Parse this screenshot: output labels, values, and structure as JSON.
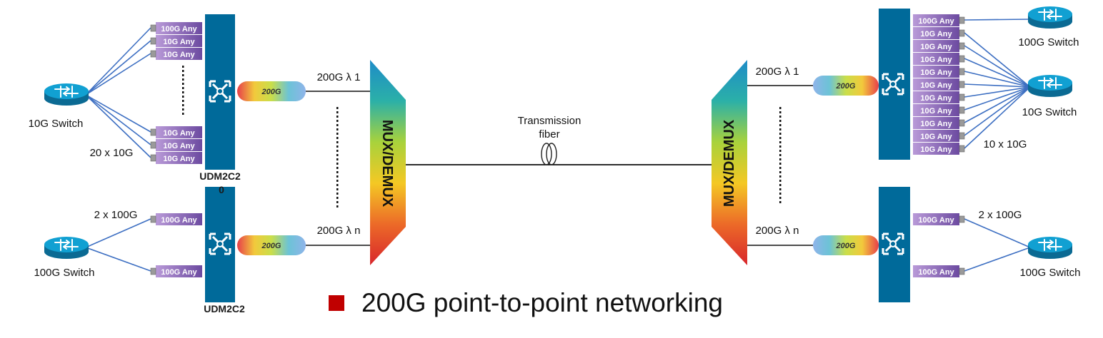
{
  "port_label_100g": "100G Any",
  "port_label_10g": "10G Any",
  "module_label": "200G",
  "mux_label": "MUX/DEMUX",
  "fiber_label_line1": "Transmission",
  "fiber_label_line2": "fiber",
  "lambda_1": "200G λ 1",
  "lambda_n": "200G λ n",
  "left_top": {
    "switch_name": "10G Switch",
    "count": "20 x 10G",
    "board_name": "UDM2C2",
    "board_name_suffix": "0"
  },
  "left_bottom": {
    "switch_name": "100G Switch",
    "count": "2 x 100G",
    "board_name": "UDM2C2"
  },
  "right_top": {
    "switch_100g_name": "100G Switch",
    "switch_10g_name": "10G Switch",
    "count": "10 x 10G"
  },
  "right_bottom": {
    "switch_name": "100G Switch",
    "count": "2 x 100G"
  },
  "caption": "200G point-to-point networking",
  "colors": {
    "board": "#006a9a",
    "port": "#8a64b4",
    "link": "#3d6fc2",
    "switch": "#0a86b8",
    "caption_square": "#c00000"
  },
  "icons": [
    "router-switch-icon",
    "board-switch-icon",
    "fiber-coil-icon"
  ]
}
